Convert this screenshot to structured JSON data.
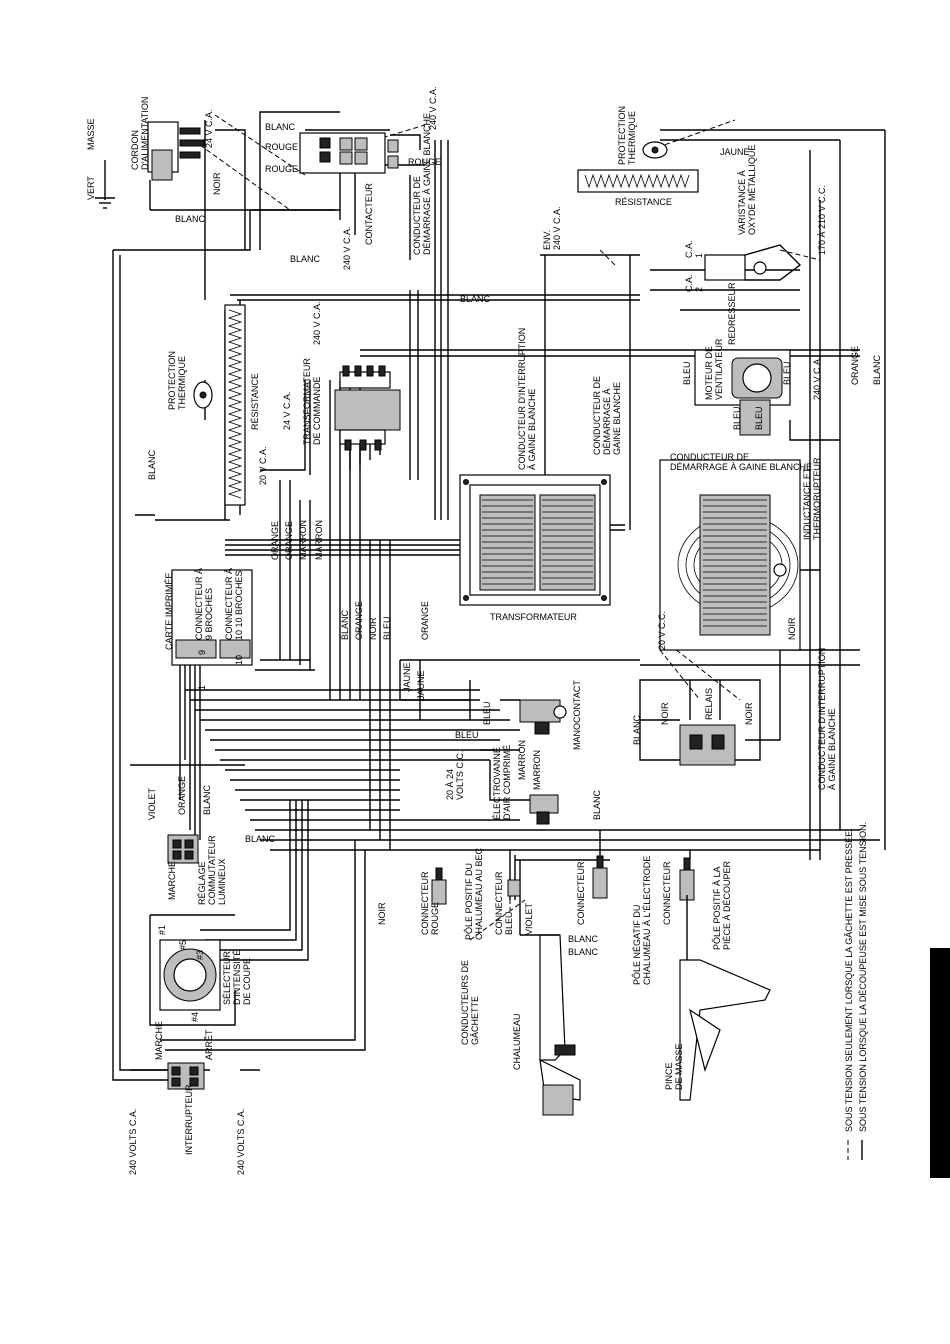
{
  "labels": {
    "vert": "VERT",
    "masse": "MASSE",
    "cordon": "CORDON\nD'ALIMENTATION",
    "v24ca_top": "24 V C.A.",
    "v240ca_top": "240 V C.A.",
    "blanc_top": "BLANC",
    "rouge_a": "ROUGE",
    "rouge_b": "ROUGE",
    "rouge_c": "ROUGE",
    "noir_top": "NOIR",
    "blanc_left": "BLANC",
    "blanc_mid": "BLANC",
    "v240ca_mid": "240 V C.A.",
    "contacteur": "CONTACTEUR",
    "cond_demarrage_top": "CONDUCTEUR DE\nDÉMARRAGE À GAINE BLANCHE",
    "protection_thermique_top": "PROTECTION\nTHERMIQUE",
    "resistance_top": "RÉSISTANCE",
    "env_240": "ENV.\n240 V C.A.",
    "ca1": "C.A.\n1",
    "ca2": "C.A.\n2",
    "jaune_top": "JAUNE",
    "varistance": "VARISTANCE À\nOXYDE MÉTALLIQUE",
    "v170_210": "170 À 210 V C.C.",
    "blanc_right": "BLANC",
    "orange_right": "ORANGE",
    "redresseur": "REDRESSEUR",
    "moteur": "MOTEUR DE\nVENTILATEUR",
    "bleu_a": "BLEU",
    "bleu_b": "BLEU",
    "bleu_c": "BLEU",
    "bleu_d": "BLEU",
    "v240ca_right": "240 V C.A.",
    "blanc_h": "BLANC",
    "v240ca_xf": "240 V C.A.",
    "v24ca_xf": "24 V C.A.",
    "v20ca_xf": "20 V C.A.",
    "transfo_commande": "TRANSFORMATEUR\nDE COMMANDE",
    "resistance_left": "RÉSISTANCE",
    "protection_thermique_left": "PROTECTION\nTHERMIQUE",
    "blanc_vert": "BLANC",
    "orange_a": "ORANGE",
    "orange_b": "ORANGE",
    "marron_a": "MARRON",
    "marron_b": "MARRON",
    "cond_interruption_center": "CONDUCTEUR D'INTERRUPTION\nÀ GAINE BLANCHE",
    "cond_demarrage_center": "CONDUCTEUR DE\nDÉMARRAGE À\nGAINE BLANCHE",
    "cond_demarrage_right": "CONDUCTEUR DE\nDÉMARRAGE À GAINE BLANCHE",
    "inductance": "INDUCTANCE ET\nTHERMORUPTEUR",
    "transformateur": "TRANSFORMATEUR",
    "carte": "CARTE IMPRIMÉE",
    "conn9": "CONNECTEUR À\n9 BROCHES",
    "conn10": "CONNECTEUR À\n10 10 BROCHES",
    "pin9": "9",
    "pin1": "1",
    "pin10": "10",
    "blanc_bus": "BLANC",
    "orange_bus": "ORANGE",
    "noir_bus": "NOIR",
    "bleu_bus": "BLEU",
    "orange_bus2": "ORANGE",
    "jaune_a": "JAUNE",
    "jaune_b": "JAUNE",
    "v20cc": "20 V C.C.",
    "noir_right": "NOIR",
    "manocontact": "MANOCONTACT",
    "bleu_mano": "BLEU",
    "bleu_long": "BLEU",
    "marron_ev1": "MARRON",
    "marron_ev2": "MARRON",
    "v20_24cc": "20 À 24\nVOLTS C.C.",
    "electrovanne": "ÉLECTROVANNE\nD'AIR COMPRIMÉ",
    "blanc_relais": "BLANC",
    "noir_relais_a": "NOIR",
    "noir_relais_b": "NOIR",
    "relais": "RELAIS",
    "cond_interruption_right": "CONDUCTEUR D'INTERRUPTION\nÀ GAINE BLANCHE",
    "blanc_lower": "BLANC",
    "violet_a": "VIOLET",
    "orange_c": "ORANGE",
    "blanc_c": "BLANC",
    "blanc_d": "BLANC",
    "marche_a": "MARCHE",
    "reglage": "RÉGLAGE\nCOMMUTATEUR\nLUMINEUX",
    "noir_bottom": "NOIR",
    "selecteur": "SÉLECTEUR\nD'INTENSITÉ\nDE COUPE",
    "s1": "#1",
    "s5": "#5",
    "s3": "#3",
    "s4": "#4",
    "marche_b": "MARCHE",
    "arret": "ARRÊT",
    "interrupteur": "INTERRUPTEUR",
    "v240_left": "240 VOLTS C.A.",
    "v240_right": "240 VOLTS C.A.",
    "conn_rouge": "CONNECTEUR\nROUGE",
    "pole_positif_bec": "PÔLE POSITIF DU\nCHALUMEAU AU BEC",
    "conn_bleu": "CONNECTEUR\nBLEU",
    "violet_b": "VIOLET",
    "conn_electrode": "CONNECTEUR",
    "blanc_e1": "BLANC",
    "blanc_e2": "BLANC",
    "pole_negatif": "PÔLE NÉGATIF DU\nCHALUMEAU À L'ÉLECTRODE",
    "conn_piece": "CONNECTEUR",
    "pole_positif_piece": "PÔLE POSITIF À LA\nPIÈCE À DÉCOUPER",
    "cond_gachette": "CONDUCTEURS DE\nGÂCHETTE",
    "chalumeau": "CHALUMEAU",
    "pince": "PINCE\nDE MASSE",
    "legend_dashed": "SOUS TENSION SEULEMENT LORSQUE LA GÂCHETTE EST PRESSÉE.",
    "legend_solid": "SOUS TENSION LORSQUE LA DÉCOUPEUSE EST MISE SOUS TENSION."
  }
}
